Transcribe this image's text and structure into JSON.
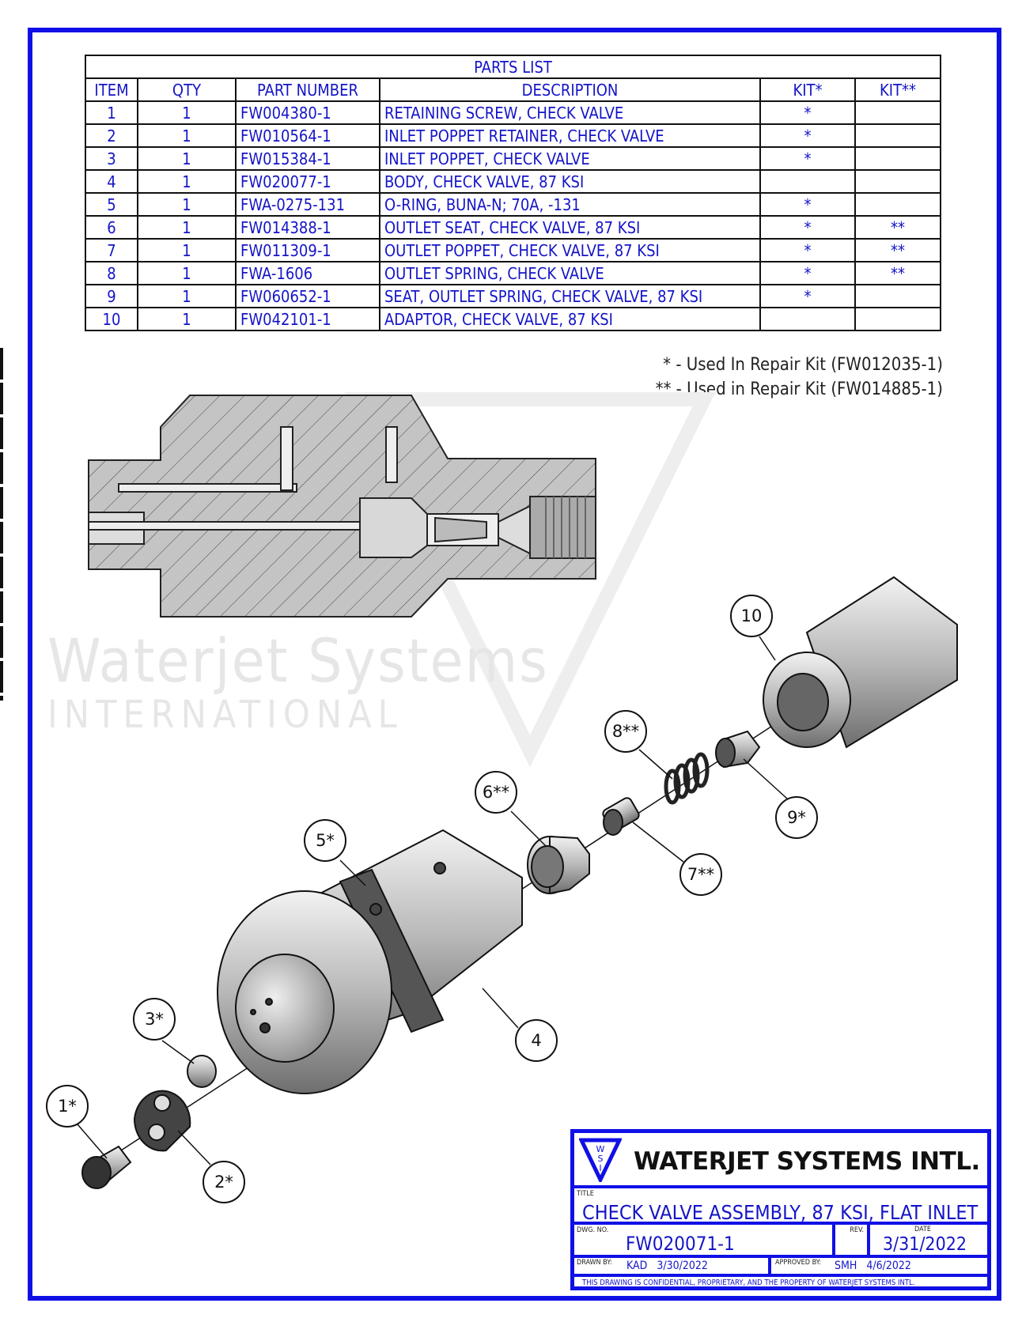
{
  "parts_list": {
    "title": "PARTS LIST",
    "headers": [
      "ITEM",
      "QTY",
      "PART NUMBER",
      "DESCRIPTION",
      "KIT*",
      "KIT**"
    ],
    "rows": [
      {
        "item": "1",
        "qty": "1",
        "part": "FW004380-1",
        "desc": "RETAINING SCREW, CHECK VALVE",
        "kit1": "*",
        "kit2": ""
      },
      {
        "item": "2",
        "qty": "1",
        "part": "FW010564-1",
        "desc": "INLET POPPET RETAINER, CHECK VALVE",
        "kit1": "*",
        "kit2": ""
      },
      {
        "item": "3",
        "qty": "1",
        "part": "FW015384-1",
        "desc": "INLET POPPET, CHECK VALVE",
        "kit1": "*",
        "kit2": ""
      },
      {
        "item": "4",
        "qty": "1",
        "part": "FW020077-1",
        "desc": "BODY, CHECK VALVE, 87 KSI",
        "kit1": "",
        "kit2": ""
      },
      {
        "item": "5",
        "qty": "1",
        "part": "FWA-0275-131",
        "desc": "O-RING, BUNA-N; 70A, -131",
        "kit1": "*",
        "kit2": ""
      },
      {
        "item": "6",
        "qty": "1",
        "part": "FW014388-1",
        "desc": "OUTLET SEAT, CHECK VALVE, 87 KSI",
        "kit1": "*",
        "kit2": "**"
      },
      {
        "item": "7",
        "qty": "1",
        "part": "FW011309-1",
        "desc": "OUTLET POPPET, CHECK VALVE, 87 KSI",
        "kit1": "*",
        "kit2": "**"
      },
      {
        "item": "8",
        "qty": "1",
        "part": "FWA-1606",
        "desc": "OUTLET SPRING, CHECK VALVE",
        "kit1": "*",
        "kit2": "**"
      },
      {
        "item": "9",
        "qty": "1",
        "part": "FW060652-1",
        "desc": "SEAT, OUTLET SPRING, CHECK VALVE, 87 KSI",
        "kit1": "*",
        "kit2": ""
      },
      {
        "item": "10",
        "qty": "1",
        "part": "FW042101-1",
        "desc": "ADAPTOR, CHECK VALVE, 87 KSI",
        "kit1": "",
        "kit2": ""
      }
    ]
  },
  "notes": [
    "* - Used In Repair Kit (FW012035-1)",
    "** - Used in Repair Kit (FW014885-1)"
  ],
  "balloons": [
    "1*",
    "2*",
    "3*",
    "4",
    "5*",
    "6**",
    "7**",
    "8**",
    "9*",
    "10"
  ],
  "watermark": {
    "line1": "Waterjet Systems",
    "line2": "INTERNATIONAL"
  },
  "title_block": {
    "logo_letters": [
      "W",
      "S",
      "I"
    ],
    "company": "WATERJET SYSTEMS INTL.",
    "title_label": "TITLE",
    "title": "CHECK VALVE ASSEMBLY, 87 KSI, FLAT INLET",
    "dwg_label": "DWG. NO.",
    "dwg_no": "FW020071-1",
    "rev_label": "REV.",
    "rev": "",
    "date_label": "DATE",
    "date": "3/31/2022",
    "drawn_label": "DRAWN BY:",
    "drawn": "KAD   3/30/2022",
    "approved_label": "APPROVED BY:",
    "approved": "SMH   4/6/2022",
    "confidential": "THIS DRAWING IS CONFIDENTIAL, PROPRIETARY, AND THE PROPERTY OF WATERJET SYSTEMS INTL."
  },
  "colors": {
    "border": "#1010e6",
    "text": "#1414c8"
  }
}
